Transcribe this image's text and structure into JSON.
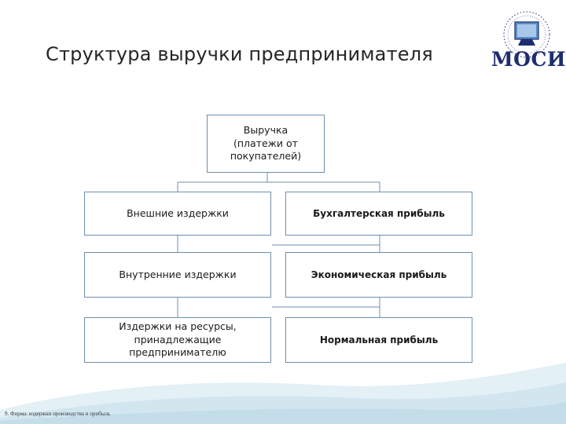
{
  "title": "Структура выручки предпринимателя",
  "logo": {
    "text": "МОСИ"
  },
  "root": {
    "text": "Выручка\n(платежи от\nпокупателей)"
  },
  "left_column": [
    "Внешние издержки",
    "Внутренние издержки",
    "Издержки на ресурсы,\nпринадлежащие\nпредпринимателю"
  ],
  "right_column": [
    "Бухгалтерская прибыль",
    "Экономическая прибыль",
    "Нормальная прибыль"
  ],
  "footer": "9. Фирма: издержки производства и прибыль",
  "colors": {
    "box_border": "#6f8fae",
    "connector": "#6f8fae",
    "logo": "#1d2d6e",
    "wave": "#d6e9f1"
  }
}
